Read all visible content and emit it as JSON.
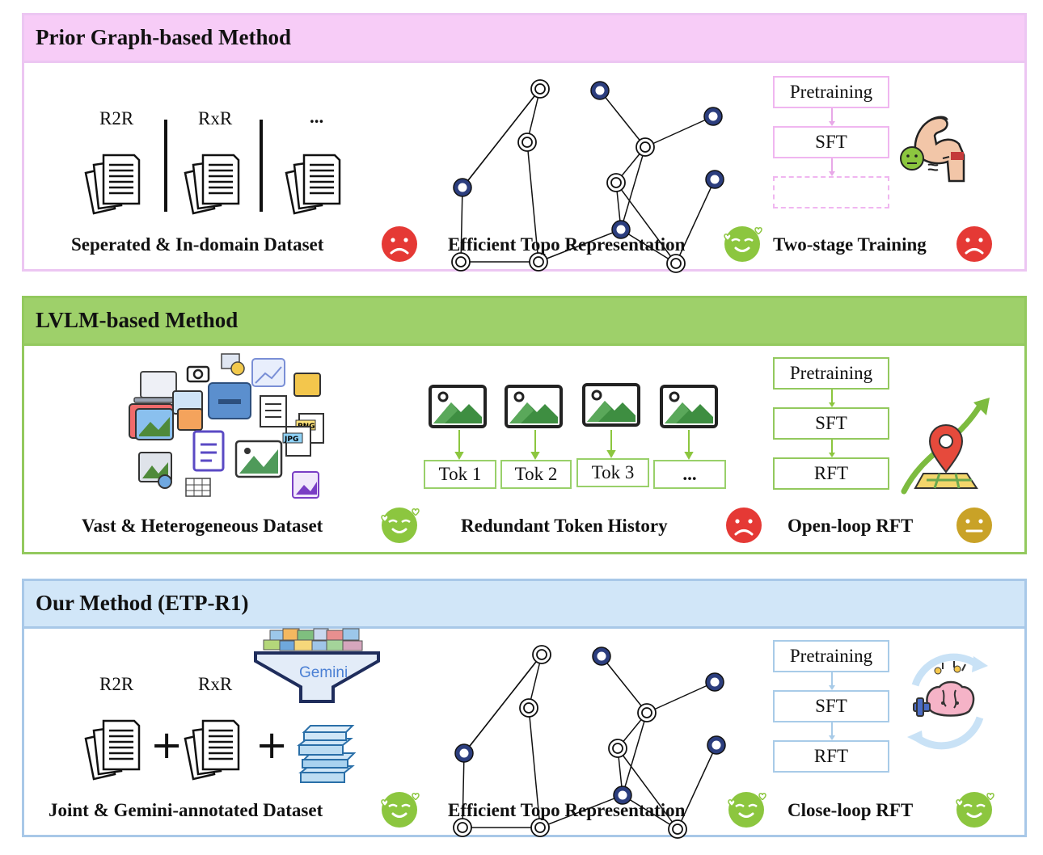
{
  "colors": {
    "prior": {
      "border": "#ecc6f2",
      "header": "#f7ccf7"
    },
    "lvlm": {
      "border": "#93c95e",
      "header": "#9ed06a"
    },
    "ours": {
      "border": "#a8c8e8",
      "header": "#d1e6f8"
    },
    "sad": "#e53935",
    "happy": "#8cc63f",
    "neutral": "#c9a227",
    "node_blue": "#2c3e7e"
  },
  "icons": [
    "document-stack-icon",
    "graph-icon",
    "muscle-arm-icon",
    "data-collage-icon",
    "mountain-image-icon",
    "map-pin-icon",
    "gemini-funnel-icon",
    "book-stack-icon",
    "brain-dumbbell-icon",
    "sad-face-icon",
    "happy-face-icon",
    "neutral-face-icon"
  ],
  "prior": {
    "title": "Prior Graph-based Method",
    "datasets": [
      "R2R",
      "RxR",
      "..."
    ],
    "captions": {
      "dataset": "Seperated & In-domain Dataset",
      "topo": "Efficient Topo Representation",
      "training": "Two-stage Training"
    },
    "stages": [
      "Pretraining",
      "SFT"
    ]
  },
  "lvlm": {
    "title": "LVLM-based Method",
    "tokens": [
      "Tok 1",
      "Tok 2",
      "Tok 3",
      "..."
    ],
    "captions": {
      "dataset": "Vast & Heterogeneous Dataset",
      "tokens": "Redundant Token History",
      "training": "Open-loop RFT"
    },
    "stages": [
      "Pretraining",
      "SFT",
      "RFT"
    ],
    "image_labels": [
      "JPG",
      "PNG"
    ]
  },
  "ours": {
    "title": "Our Method (ETP-R1)",
    "datasets": [
      "R2R",
      "RxR"
    ],
    "gemini": "Gemini",
    "captions": {
      "dataset": "Joint & Gemini-annotated Dataset",
      "topo": "Efficient Topo Representation",
      "training": "Close-loop RFT"
    },
    "stages": [
      "Pretraining",
      "SFT",
      "RFT"
    ]
  }
}
